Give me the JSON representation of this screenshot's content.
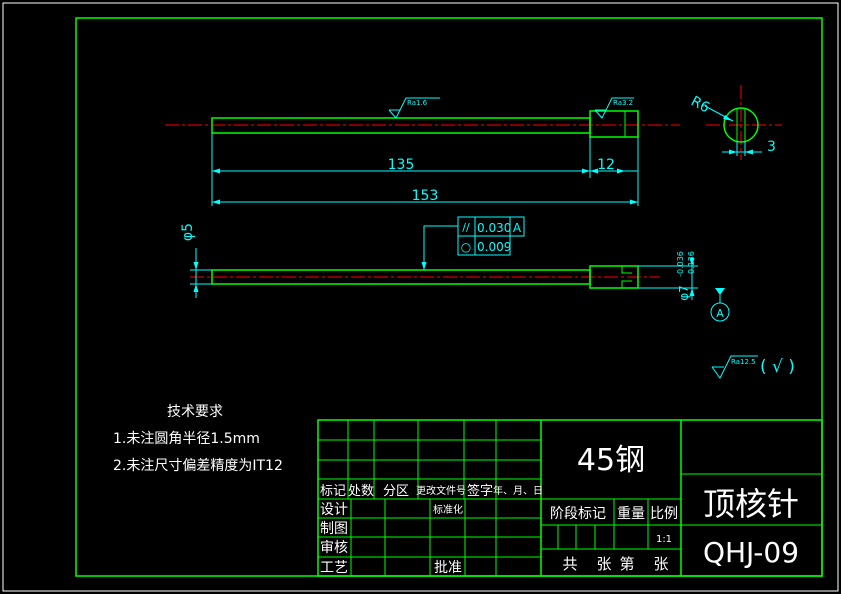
{
  "drawing": {
    "dimensions": {
      "len_135": "135",
      "len_12": "12",
      "len_153": "153",
      "dia_5": "φ5",
      "dia_7": "φ7",
      "r6": "R6",
      "w3": "3",
      "tol_upper": "-0.036",
      "tol_lower": "-0.136"
    },
    "roughness": {
      "shaft": "Ra1.6",
      "head": "Ra3.2",
      "general": "Ra12.5",
      "general_suffix": "( √ )"
    },
    "gdt": {
      "row1_symbol": "//",
      "row1_value": "0.030",
      "row1_datum": "A",
      "row2_symbol": "○",
      "row2_value": "0.009"
    },
    "datum": "A"
  },
  "tech_req": {
    "title": "技术要求",
    "items": [
      "1.未注圆角半径1.5mm",
      "2.未注尺寸偏差精度为IT12"
    ]
  },
  "title_block": {
    "material": "45钢",
    "part_name": "顶核针",
    "drawing_no": "QHJ-09",
    "headers": [
      "标记",
      "处数",
      "分区",
      "更改文件号",
      "签字",
      "年、月、日"
    ],
    "roles": [
      "设计",
      "制图",
      "审核",
      "工艺"
    ],
    "standardize": "标准化",
    "approve": "批准",
    "stage": "阶段标记",
    "weight": "重量",
    "scale_label": "比例",
    "scale": "1:1",
    "sheets": [
      "共",
      "张",
      "第",
      "张"
    ]
  },
  "colors": {
    "frame": "#00ff00",
    "dim": "#00ffff",
    "center": "#ff0000",
    "text": "#ffffff"
  }
}
